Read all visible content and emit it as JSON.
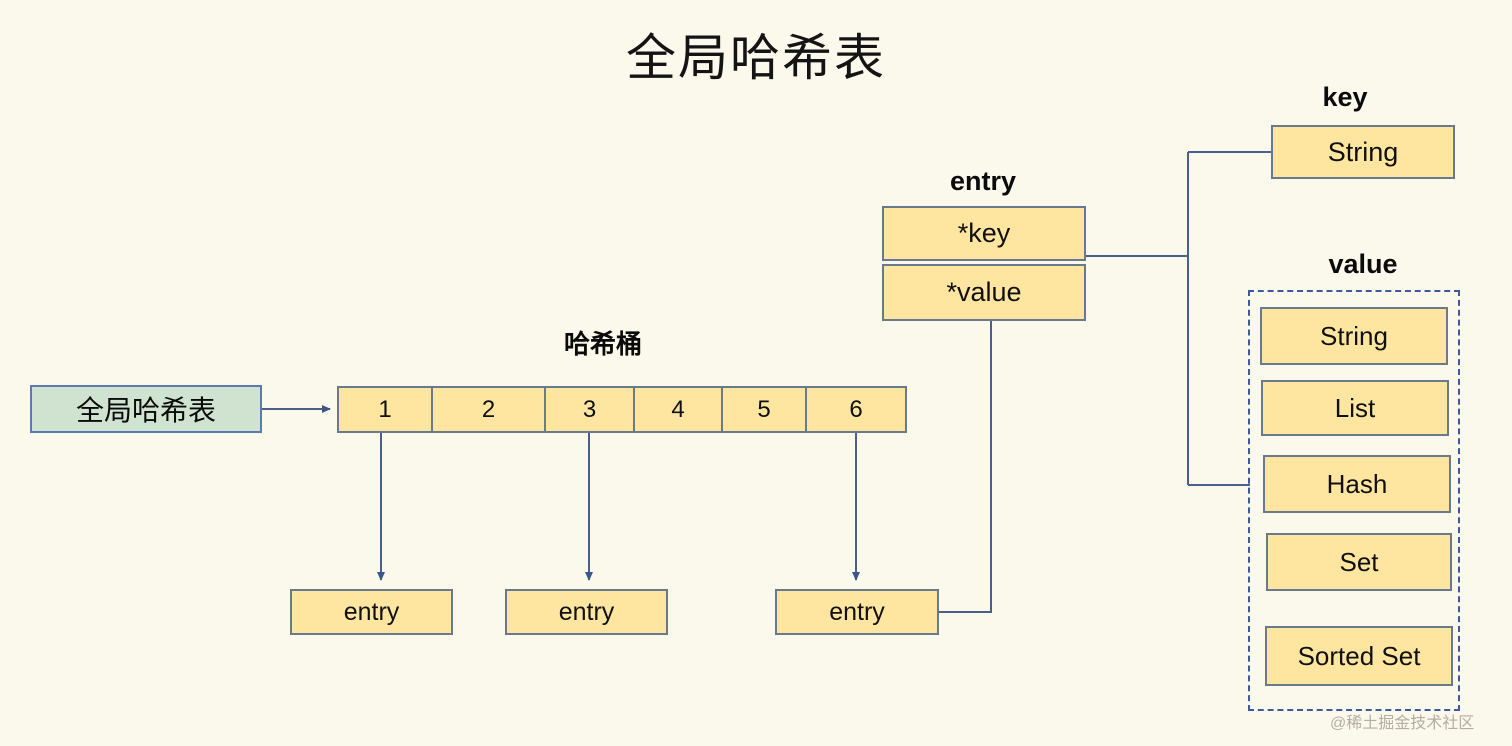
{
  "page": {
    "title": "全局哈希表",
    "background_color": "#fbf9ec",
    "watermark": "@稀土掘金技术社区"
  },
  "palette": {
    "box_fill": "#ffe6a0",
    "box_border": "#6a7a8c",
    "green_fill": "#cfe3d0",
    "green_border": "#5b7ab0",
    "line": "#4a5f8a",
    "dashed_border": "#3e5a9a"
  },
  "global_table": {
    "label": "全局哈希表"
  },
  "hash_bucket": {
    "label": "哈希桶",
    "cells": [
      "1",
      "2",
      "3",
      "4",
      "5",
      "6"
    ]
  },
  "entries": [
    {
      "label": "entry"
    },
    {
      "label": "entry"
    },
    {
      "label": "entry"
    }
  ],
  "entry_struct": {
    "label": "entry",
    "fields": [
      "*key",
      "*value"
    ]
  },
  "key_group": {
    "label": "key",
    "items": [
      "String"
    ]
  },
  "value_group": {
    "label": "value",
    "items": [
      "String",
      "List",
      "Hash",
      "Set",
      "Sorted Set"
    ]
  }
}
